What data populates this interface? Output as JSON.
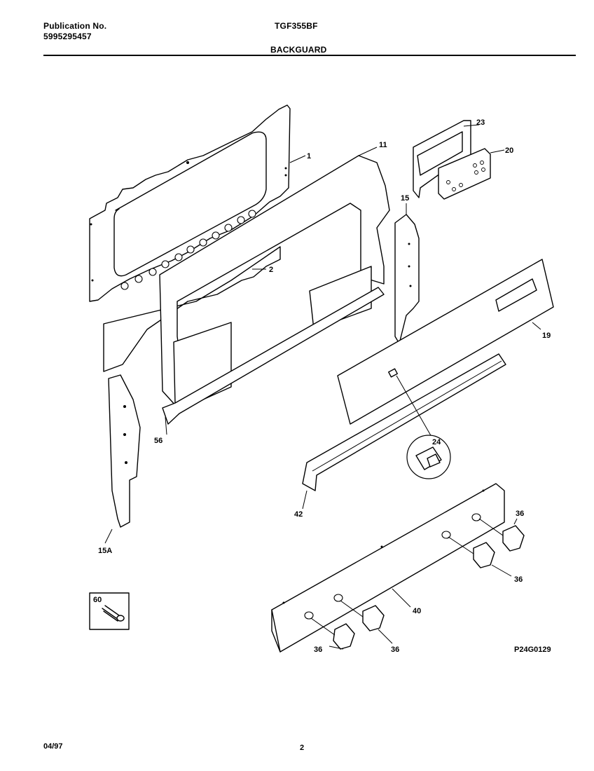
{
  "header": {
    "publication_label": "Publication No.",
    "publication_number": "5995295457",
    "model": "TGF355BF",
    "section": "BACKGUARD"
  },
  "footer": {
    "date": "04/97",
    "page": "2"
  },
  "diagram_code": "P24G0129",
  "callouts": {
    "p1": "1",
    "p2": "2",
    "p11": "11",
    "p15": "15",
    "p15a": "15A",
    "p19": "19",
    "p20": "20",
    "p23": "23",
    "p24": "24",
    "p36a": "36",
    "p36b": "36",
    "p36c": "36",
    "p36d": "36",
    "p40": "40",
    "p42": "42",
    "p56": "56",
    "p60": "60"
  }
}
